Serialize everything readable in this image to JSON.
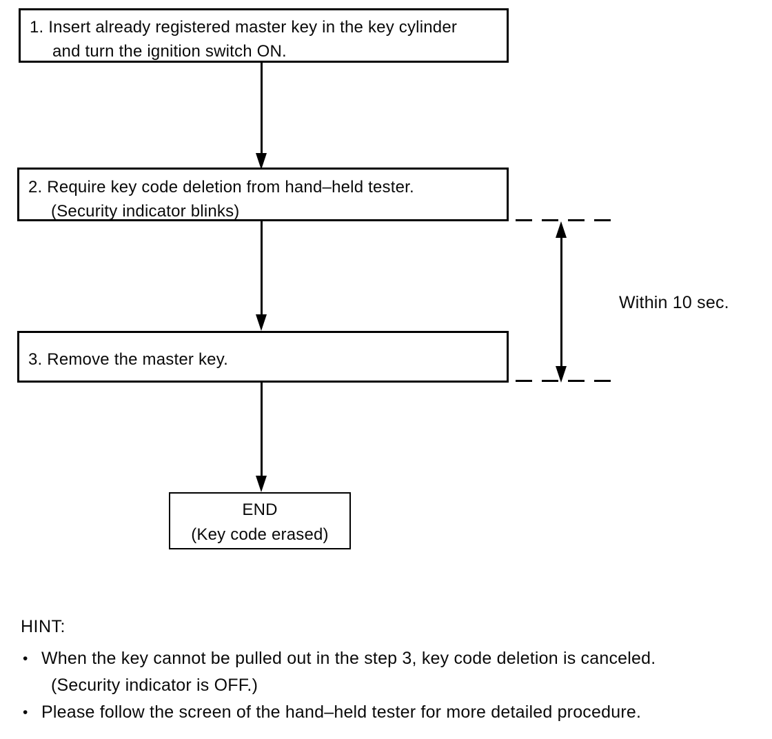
{
  "flowchart": {
    "steps": [
      {
        "line1": "1. Insert already registered master key in the key cylinder",
        "line2": "and turn the ignition switch ON."
      },
      {
        "line1": "2. Require key code deletion from hand–held tester.",
        "line2": "(Security indicator blinks)"
      },
      {
        "line1": "3. Remove the master key."
      }
    ],
    "end_box": {
      "line1": "END",
      "line2": "(Key code erased)"
    },
    "timing_label": "Within 10 sec."
  },
  "hint": {
    "heading": "HINT:",
    "bullet_char": "•",
    "items": [
      {
        "line1": "When the key cannot be pulled out in the step 3, key code deletion is canceled.",
        "line2": "(Security indicator is OFF.)"
      },
      {
        "line1": "Please follow the screen of the hand–held tester for more detailed procedure."
      }
    ]
  },
  "colors": {
    "ink": "#000000",
    "background": "#ffffff"
  }
}
